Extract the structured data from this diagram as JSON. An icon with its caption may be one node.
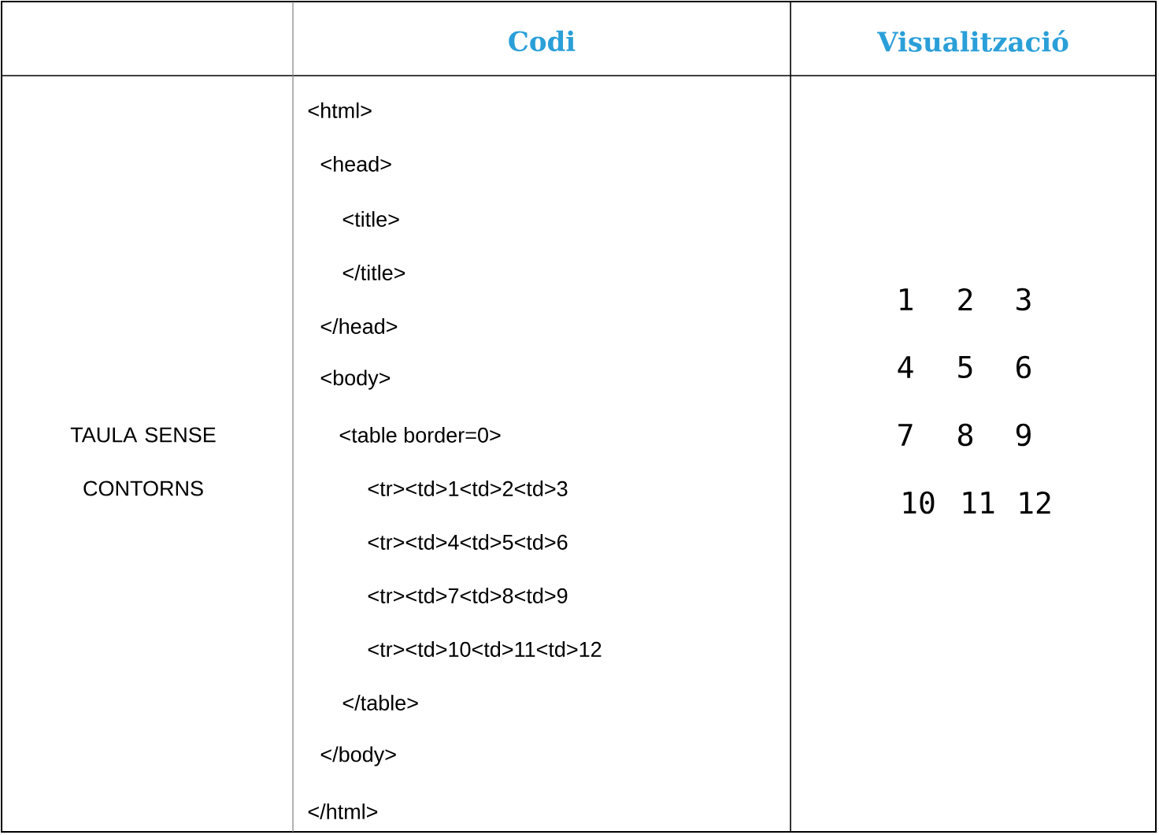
{
  "diagram": {
    "labels": [
      "Codi",
      "Visualització",
      "TAULA SENSE CONTORNS",
      "<html>",
      "<head>",
      "<title>",
      "</title>",
      "</head>",
      "<body>",
      "<table border=0>",
      "<tr><td>1<td>2<td>3",
      "<tr><td>4<td>5<td>6",
      "<tr><td>7<td>8<td>9",
      "<tr><td>10<td>11<td>12",
      "</table>",
      "</body>",
      "</html>",
      "1",
      "2",
      "3",
      "4",
      "5",
      "6",
      "7",
      "8",
      "9",
      "10",
      "11",
      "12"
    ]
  }
}
